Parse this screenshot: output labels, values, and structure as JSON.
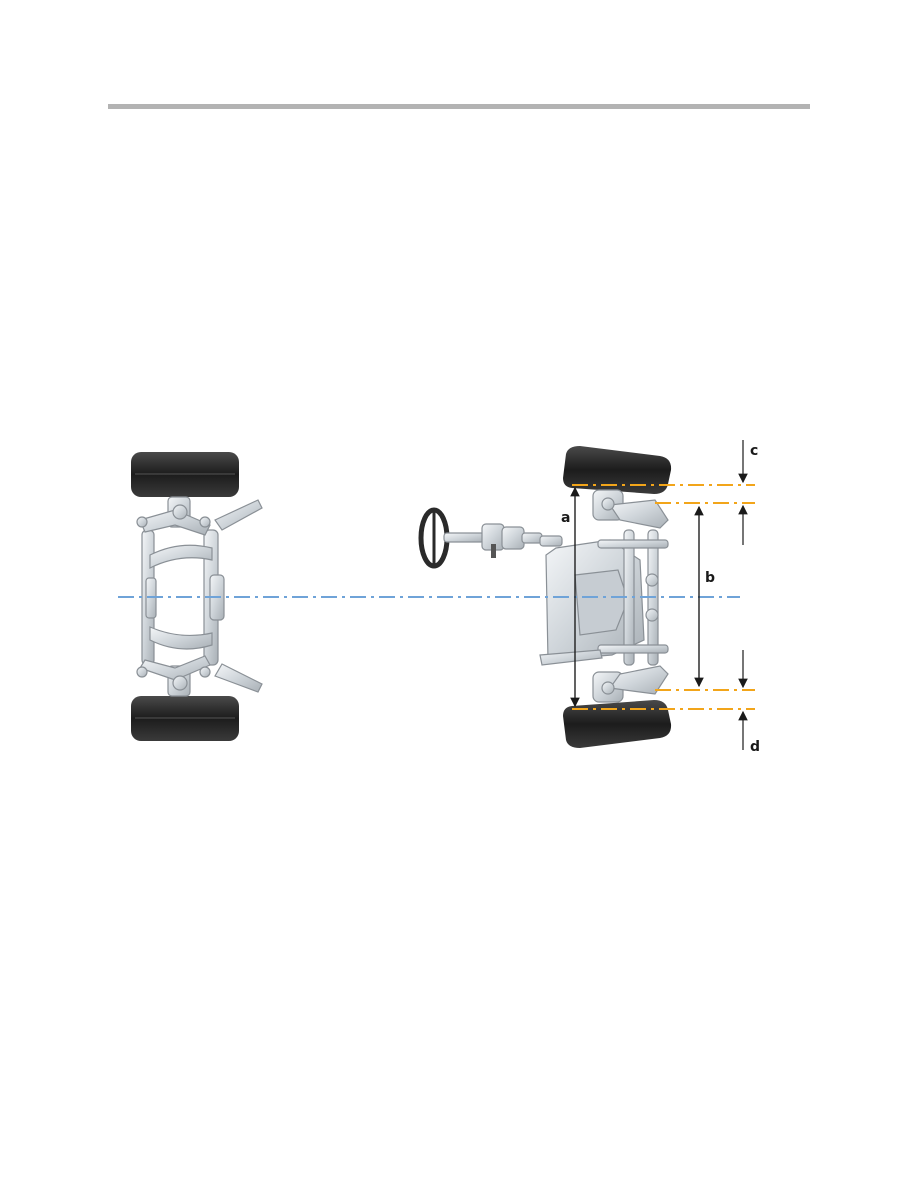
{
  "figure": {
    "dimension_labels": {
      "a": "a",
      "b": "b",
      "c": "c",
      "d": "d"
    },
    "colors": {
      "centerline": "#6fa3d8",
      "offset_lines": "#f2a51a",
      "header_rule": "#b3b3b3",
      "tyre": "#2a2a2a",
      "frame": "#d4d8dc"
    },
    "icons": [
      "steering-wheel-icon",
      "tyre-icon",
      "axle-assembly-icon"
    ]
  }
}
